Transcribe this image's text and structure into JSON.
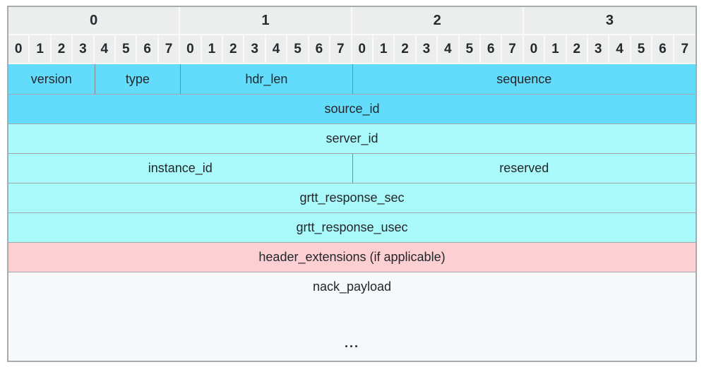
{
  "diagram": {
    "name": "packet-header-layout",
    "byte_headers": [
      "0",
      "1",
      "2",
      "3"
    ],
    "bit_labels": [
      "0",
      "1",
      "2",
      "3",
      "4",
      "5",
      "6",
      "7"
    ],
    "bits_per_byte": 8,
    "total_bits": 32,
    "rows": [
      {
        "cells": [
          {
            "label": "version",
            "span": 4,
            "color": "dark_cyan"
          },
          {
            "label": "type",
            "span": 4,
            "color": "dark_cyan"
          },
          {
            "label": "hdr_len",
            "span": 8,
            "color": "dark_cyan"
          },
          {
            "label": "sequence",
            "span": 16,
            "color": "dark_cyan"
          }
        ]
      },
      {
        "cells": [
          {
            "label": "source_id",
            "span": 32,
            "color": "dark_cyan"
          }
        ]
      },
      {
        "cells": [
          {
            "label": "server_id",
            "span": 32,
            "color": "light_cyan"
          }
        ]
      },
      {
        "cells": [
          {
            "label": "instance_id",
            "span": 16,
            "color": "light_cyan"
          },
          {
            "label": "reserved",
            "span": 16,
            "color": "light_cyan"
          }
        ]
      },
      {
        "cells": [
          {
            "label": "grtt_response_sec",
            "span": 32,
            "color": "light_cyan"
          }
        ]
      },
      {
        "cells": [
          {
            "label": "grtt_response_usec",
            "span": 32,
            "color": "light_cyan"
          }
        ]
      },
      {
        "cells": [
          {
            "label": "header_extensions (if applicable)",
            "span": 32,
            "color": "pink"
          }
        ]
      },
      {
        "cells": [
          {
            "label": "nack_payload",
            "span": 32,
            "color": "payload"
          }
        ],
        "ellipsis": "..."
      }
    ],
    "colors": {
      "dark_cyan": "#63dbfa",
      "light_cyan": "#abfafb",
      "pink": "#fcd0d3",
      "payload": "#f7f8fa",
      "header_bg": "#eceded",
      "border": "#a7acb1",
      "text": "#23262a"
    }
  }
}
